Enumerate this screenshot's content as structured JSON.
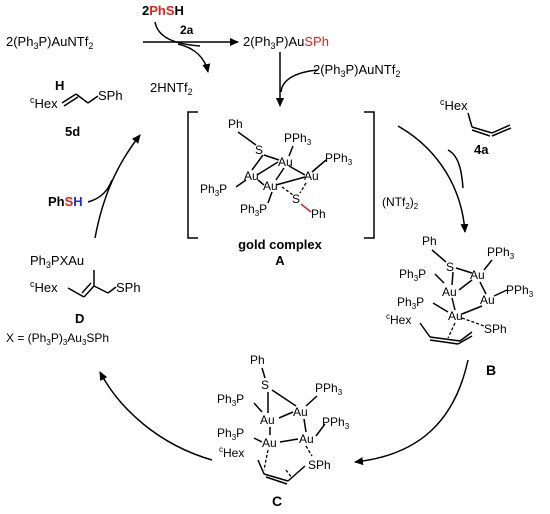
{
  "colors": {
    "red": "#e0231c",
    "blue": "#1f2fd0",
    "black": "#000000"
  },
  "top": {
    "reactant_prefix": "2(Ph",
    "reactant_sub": "3",
    "reactant_suffix": "P)AuNTf",
    "reactant_sub2": "2",
    "phsh_coef": "2",
    "phsh_ph": "Ph",
    "phsh_s": "S",
    "phsh_h": "H",
    "reagent_2a": "2a",
    "product_prefix": "2(Ph",
    "product_sub": "3",
    "product_mid": "P)Au",
    "product_sph": "SPh",
    "byproduct": "2HNTf",
    "byproduct_sub": "2",
    "second_reagent_prefix": "2(Ph",
    "second_reagent_sub": "3",
    "second_reagent_suffix": "P)AuNTf",
    "second_reagent_sub2": "2"
  },
  "product_5d": {
    "h": "H",
    "hex": "Hex",
    "c_sup": "c",
    "sph": "SPh",
    "label": "5d"
  },
  "substrate_4a": {
    "hex": "Hex",
    "c_sup": "c",
    "label": "4a"
  },
  "complex_A": {
    "ph": "Ph",
    "s1": "S",
    "pph3": "PPh",
    "au": "Au",
    "ph3p": "Ph",
    "s2": "S",
    "ph2": "Ph",
    "counterion": "(NTf",
    "counterion_end": ")",
    "counterion_sub": "2",
    "title": "gold complex",
    "label": "A"
  },
  "phsh_left": {
    "ph": "Ph",
    "s": "S",
    "h": "H"
  },
  "intermediate_D": {
    "line1": "Ph",
    "line1_sub": "3",
    "line1_rest": "PXAu",
    "hex": "Hex",
    "c_sup": "c",
    "sph": "SPh",
    "label": "D",
    "x_def_prefix": "X = (Ph",
    "x_def_sub1": "3",
    "x_def_mid": "P)",
    "x_def_sub2": "3",
    "x_def_mid2": "Au",
    "x_def_sub3": "3",
    "x_def_end": "SPh"
  },
  "intermediate_B": {
    "ph": "Ph",
    "s": "S",
    "pph3": "PPh",
    "au": "Au",
    "ph3p": "Ph",
    "hex": "Hex",
    "c_sup": "c",
    "sph": "SPh",
    "label": "B"
  },
  "intermediate_C": {
    "ph": "Ph",
    "s": "S",
    "pph3": "PPh",
    "au": "Au",
    "ph3p": "Ph",
    "hex": "Hex",
    "c_sup": "c",
    "sph": "SPh",
    "label": "C"
  },
  "sub3": "3"
}
